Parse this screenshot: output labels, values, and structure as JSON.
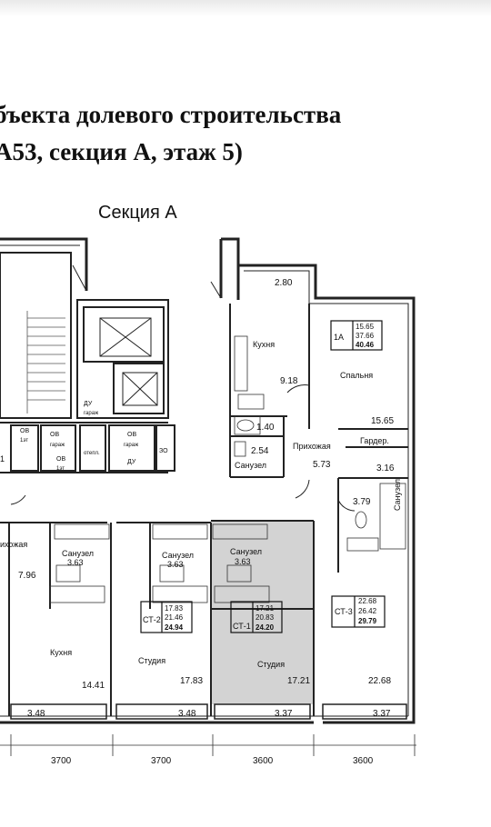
{
  "title": {
    "line1": "бъекта долевого строительства",
    "line2": "А53, секция А, этаж 5)"
  },
  "plan": {
    "section_label": "Секция А",
    "highlight_color": "#d3d3d3",
    "dimensions": [
      "3700",
      "3700",
      "3600",
      "3600"
    ],
    "balcony_areas": {
      "top": "2.80",
      "s1": "3.48",
      "s2": "3.48",
      "s3": "3.37",
      "s4": "3.37"
    },
    "core": {
      "ov1": "ОВ",
      "ov1_sub": "1эт",
      "ov2": "ОВ",
      "ov2_sub": "гараж",
      "ov3": "ОВ",
      "ov3_sub": "гараж",
      "ov4": "ОВ",
      "ov4_sub": "1эт",
      "du_top": "ДУ",
      "du_top_sub": "гараж",
      "otepl": "отепл.",
      "du_bottom": "ДУ",
      "zo": "ЗО",
      "left_partial": "1"
    },
    "apt_1a": {
      "code": "1А",
      "area_living": "15.65",
      "area_total": "37.66",
      "area_with_balcony": "40.46",
      "kitchen_label": "Кухня",
      "kitchen_area": "9.18",
      "bedroom_label": "Спальня",
      "bedroom_area": "15.65",
      "hall_label": "Прихожая",
      "hall_area": "5.73",
      "wardrobe_label": "Гардер.",
      "wardrobe_area": "3.16",
      "bath_label": "Санузел",
      "bath_area": "2.54",
      "closet_area": "1.40"
    },
    "apt_left": {
      "hall_label": "ихожая",
      "bath_label": "Санузел",
      "bath_area": "3.63",
      "hall_area": "7.96",
      "kitchen_label": "Кухня",
      "kitchen_area": "14.41"
    },
    "apt_ct2": {
      "code": "СТ-2",
      "area1": "17.83",
      "area2": "21.46",
      "area3": "24.94",
      "bath_label": "Санузел",
      "bath_area": "3.63",
      "studio_label": "Студия",
      "studio_area": "17.83"
    },
    "apt_ct1": {
      "code": "СТ-1",
      "area1": "17.21",
      "area2": "20.83",
      "area3": "24.20",
      "bath_label": "Санузел",
      "bath_area": "3.63",
      "studio_label": "Студия",
      "studio_area": "17.21"
    },
    "apt_ct3": {
      "code": "СТ-3",
      "area1": "22.68",
      "area2": "26.42",
      "area3": "29.79",
      "bath_label": "Санузел",
      "bath_area": "3.79",
      "studio_area": "22.68"
    }
  }
}
